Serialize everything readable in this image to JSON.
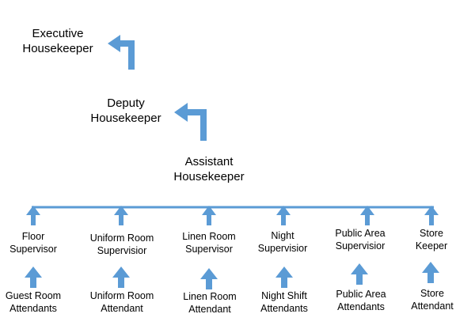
{
  "top": {
    "executive": {
      "line1": "Executive",
      "line2": "Housekeeper"
    },
    "deputy": {
      "line1": "Deputy",
      "line2": "Housekeeper"
    },
    "assistant": {
      "line1": "Assistant",
      "line2": "Housekeeper"
    }
  },
  "supervisors": [
    {
      "line1": "Floor",
      "line2": "Supervisor"
    },
    {
      "line1": "Uniform Room",
      "line2": "Supervisior"
    },
    {
      "line1": "Linen Room",
      "line2": "Supervisor"
    },
    {
      "line1": "Night",
      "line2": "Supervisior"
    },
    {
      "line1": "Public Area",
      "line2": "Supervisior"
    },
    {
      "line1": "Store",
      "line2": "Keeper"
    }
  ],
  "staff": [
    {
      "line1": "Guest Room",
      "line2": "Attendants"
    },
    {
      "line1": "Uniform Room",
      "line2": "Attendant"
    },
    {
      "line1": "Linen Room",
      "line2": "Attendant"
    },
    {
      "line1": "Night Shift",
      "line2": "Attendants"
    },
    {
      "line1": "Public Area",
      "line2": "Attendants"
    },
    {
      "line1": "Store",
      "line2": "Attendant"
    }
  ],
  "colors": {
    "arrow": "#5b9bd5",
    "line": "#5b9bd5"
  }
}
